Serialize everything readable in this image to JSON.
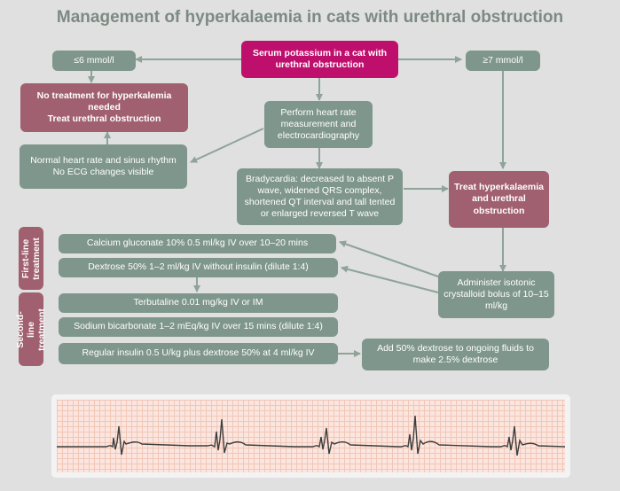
{
  "title": "Management of hyperkalaemia in cats with urethral obstruction",
  "nodes": {
    "serum": "Serum potassium in a cat with urethral obstruction",
    "low": "≤6 mmol/l",
    "high": "≥7 mmol/l",
    "no_treatment": "No treatment for hyperkalemia needed\nTreat urethral obstruction",
    "perform_hr": "Perform heart rate measurement and electrocardiography",
    "normal_hr": "Normal heart rate and sinus rhythm\nNo ECG changes visible",
    "bradycardia": "Bradycardia: decreased to absent P wave, widened QRS complex, shortened QT interval and tall tented or enlarged reversed T wave",
    "treat": "Treat hyperkalaemia and urethral obstruction",
    "administer": "Administer isotonic crystalloid bolus of 10–15 ml/kg",
    "calcium": "Calcium gluconate 10% 0.5 ml/kg IV over 10–20 mins",
    "dextrose": "Dextrose 50% 1–2 ml/kg IV without insulin (dilute 1:4)",
    "terbutaline": "Terbutaline 0.01 mg/kg IV or IM",
    "bicarbonate": "Sodium bicarbonate 1–2 mEq/kg IV over 15 mins (dilute 1:4)",
    "insulin": "Regular insulin 0.5 U/kg plus dextrose 50% at 4 ml/kg IV",
    "add_dextrose": "Add 50% dextrose to ongoing fluids to make 2.5% dextrose"
  },
  "side_labels": {
    "first_line": "First-line\ntreatment",
    "second_line": "Second-line\ntreatment"
  },
  "colors": {
    "background": "#dfe0df",
    "title": "#7d8a84",
    "grey_box": "#7f968c",
    "mauve_box": "#a0606f",
    "magenta_box": "#bf0f6d",
    "ecg_paper": "#fbe6df",
    "ecg_grid": "#f2c6b6"
  },
  "icons": {
    "ecg": "ecg-strip-image"
  }
}
